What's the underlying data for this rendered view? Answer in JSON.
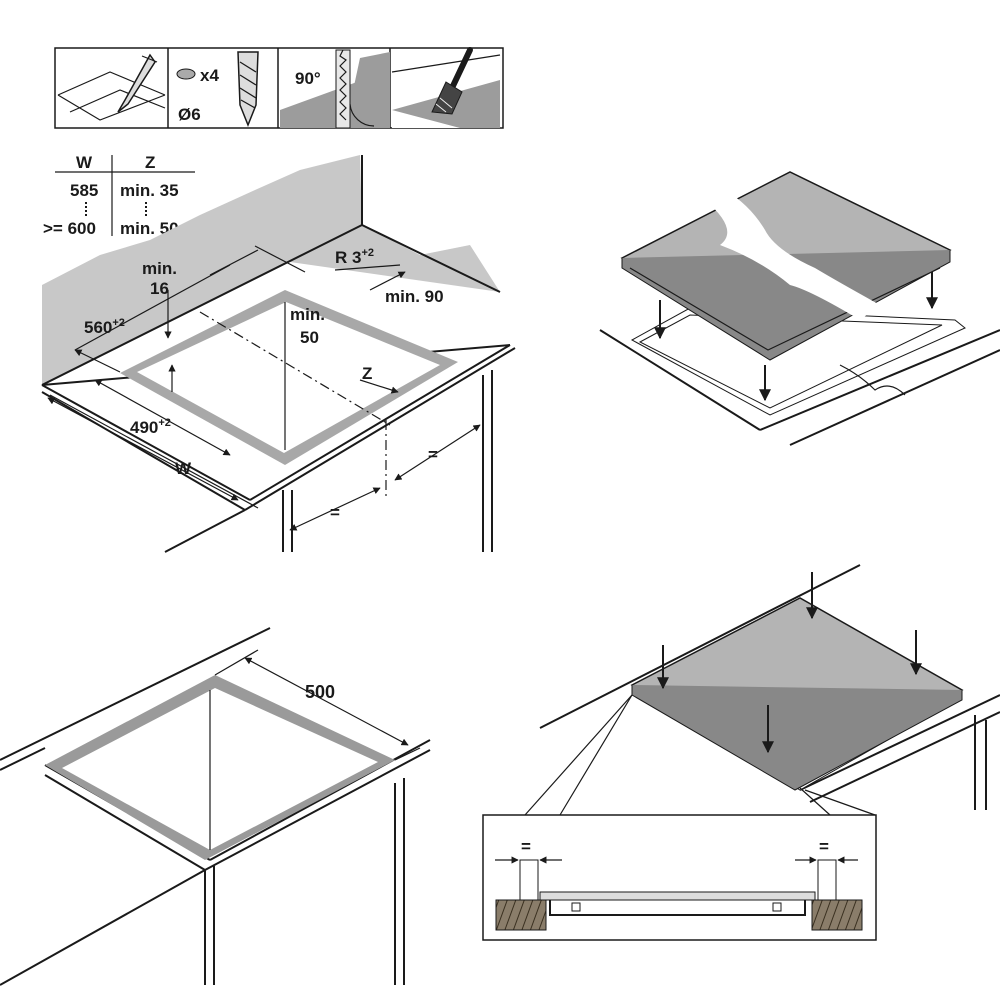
{
  "colors": {
    "ink": "#1a1a1a",
    "wall": "#c8c8c8",
    "hob": "#b4b4b4",
    "frame": "#9a9a9a",
    "panel": "#a8a8a8"
  },
  "tools": [
    {
      "name": "pencil-icon"
    },
    {
      "name": "drill-bit-icon",
      "count_label": "x4",
      "diameter_label": "Ø6"
    },
    {
      "name": "saw-icon",
      "angle_label": "90°"
    },
    {
      "name": "brush-icon"
    }
  ],
  "table": {
    "headers": [
      "W",
      "Z"
    ],
    "rows": [
      {
        "w": "585",
        "z": "min. 35"
      },
      {
        "w": ">= 600",
        "z": "min. 50"
      }
    ]
  },
  "cutout": {
    "min16_line1": "min.",
    "min16_line2": "16",
    "r_label": "R 3",
    "r_sup": "+2",
    "min90": "min. 90",
    "d560": "560",
    "d560_sup": "+2",
    "min50_line1": "min.",
    "min50_line2": "50",
    "z_label": "Z",
    "d490": "490",
    "d490_sup": "+2",
    "w_label": "W",
    "eq1": "=",
    "eq2": "="
  },
  "undercut": {
    "d500": "500"
  },
  "detail": {
    "eq_left": "=",
    "eq_right": "="
  }
}
